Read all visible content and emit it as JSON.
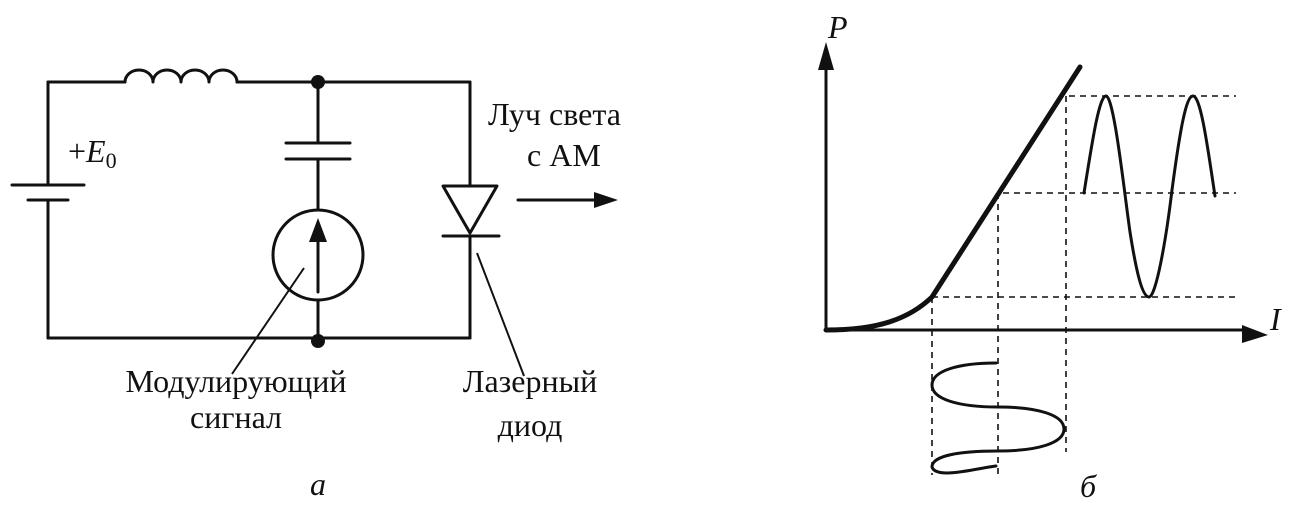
{
  "panel_a": {
    "source_label_prefix": "+",
    "source_label_main": "E",
    "source_label_sub": "0",
    "output_line1": "Луч света",
    "output_line2": "с АМ",
    "modulator_line1": "Модулирующий",
    "modulator_line2": "сигнал",
    "diode_line1": "Лазерный",
    "diode_line2": "диод",
    "caption": "а"
  },
  "panel_b": {
    "y_axis_label": "P",
    "x_axis_label": "I",
    "caption": "б"
  }
}
